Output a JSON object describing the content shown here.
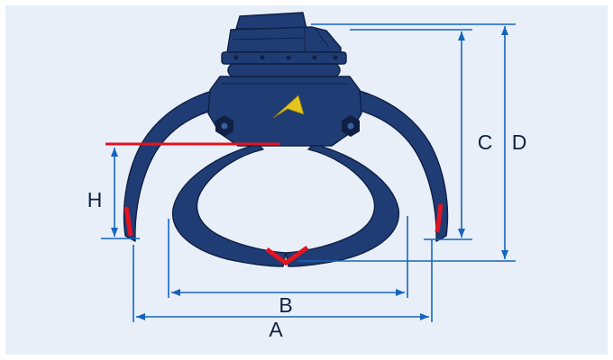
{
  "colors": {
    "frame": "#ffffff",
    "bg": "#e8eff8",
    "machine": "#1f3d74",
    "machine-dark": "#101f44",
    "machine-light": "#3b5e9e",
    "dimension": "#1565c0",
    "red": "#e3131f",
    "logo": "#e6c41f",
    "label": "#10213f"
  },
  "diagram": {
    "dimension_labels": {
      "A": "A",
      "B": "B",
      "C": "C",
      "D": "D",
      "H": "H"
    }
  }
}
